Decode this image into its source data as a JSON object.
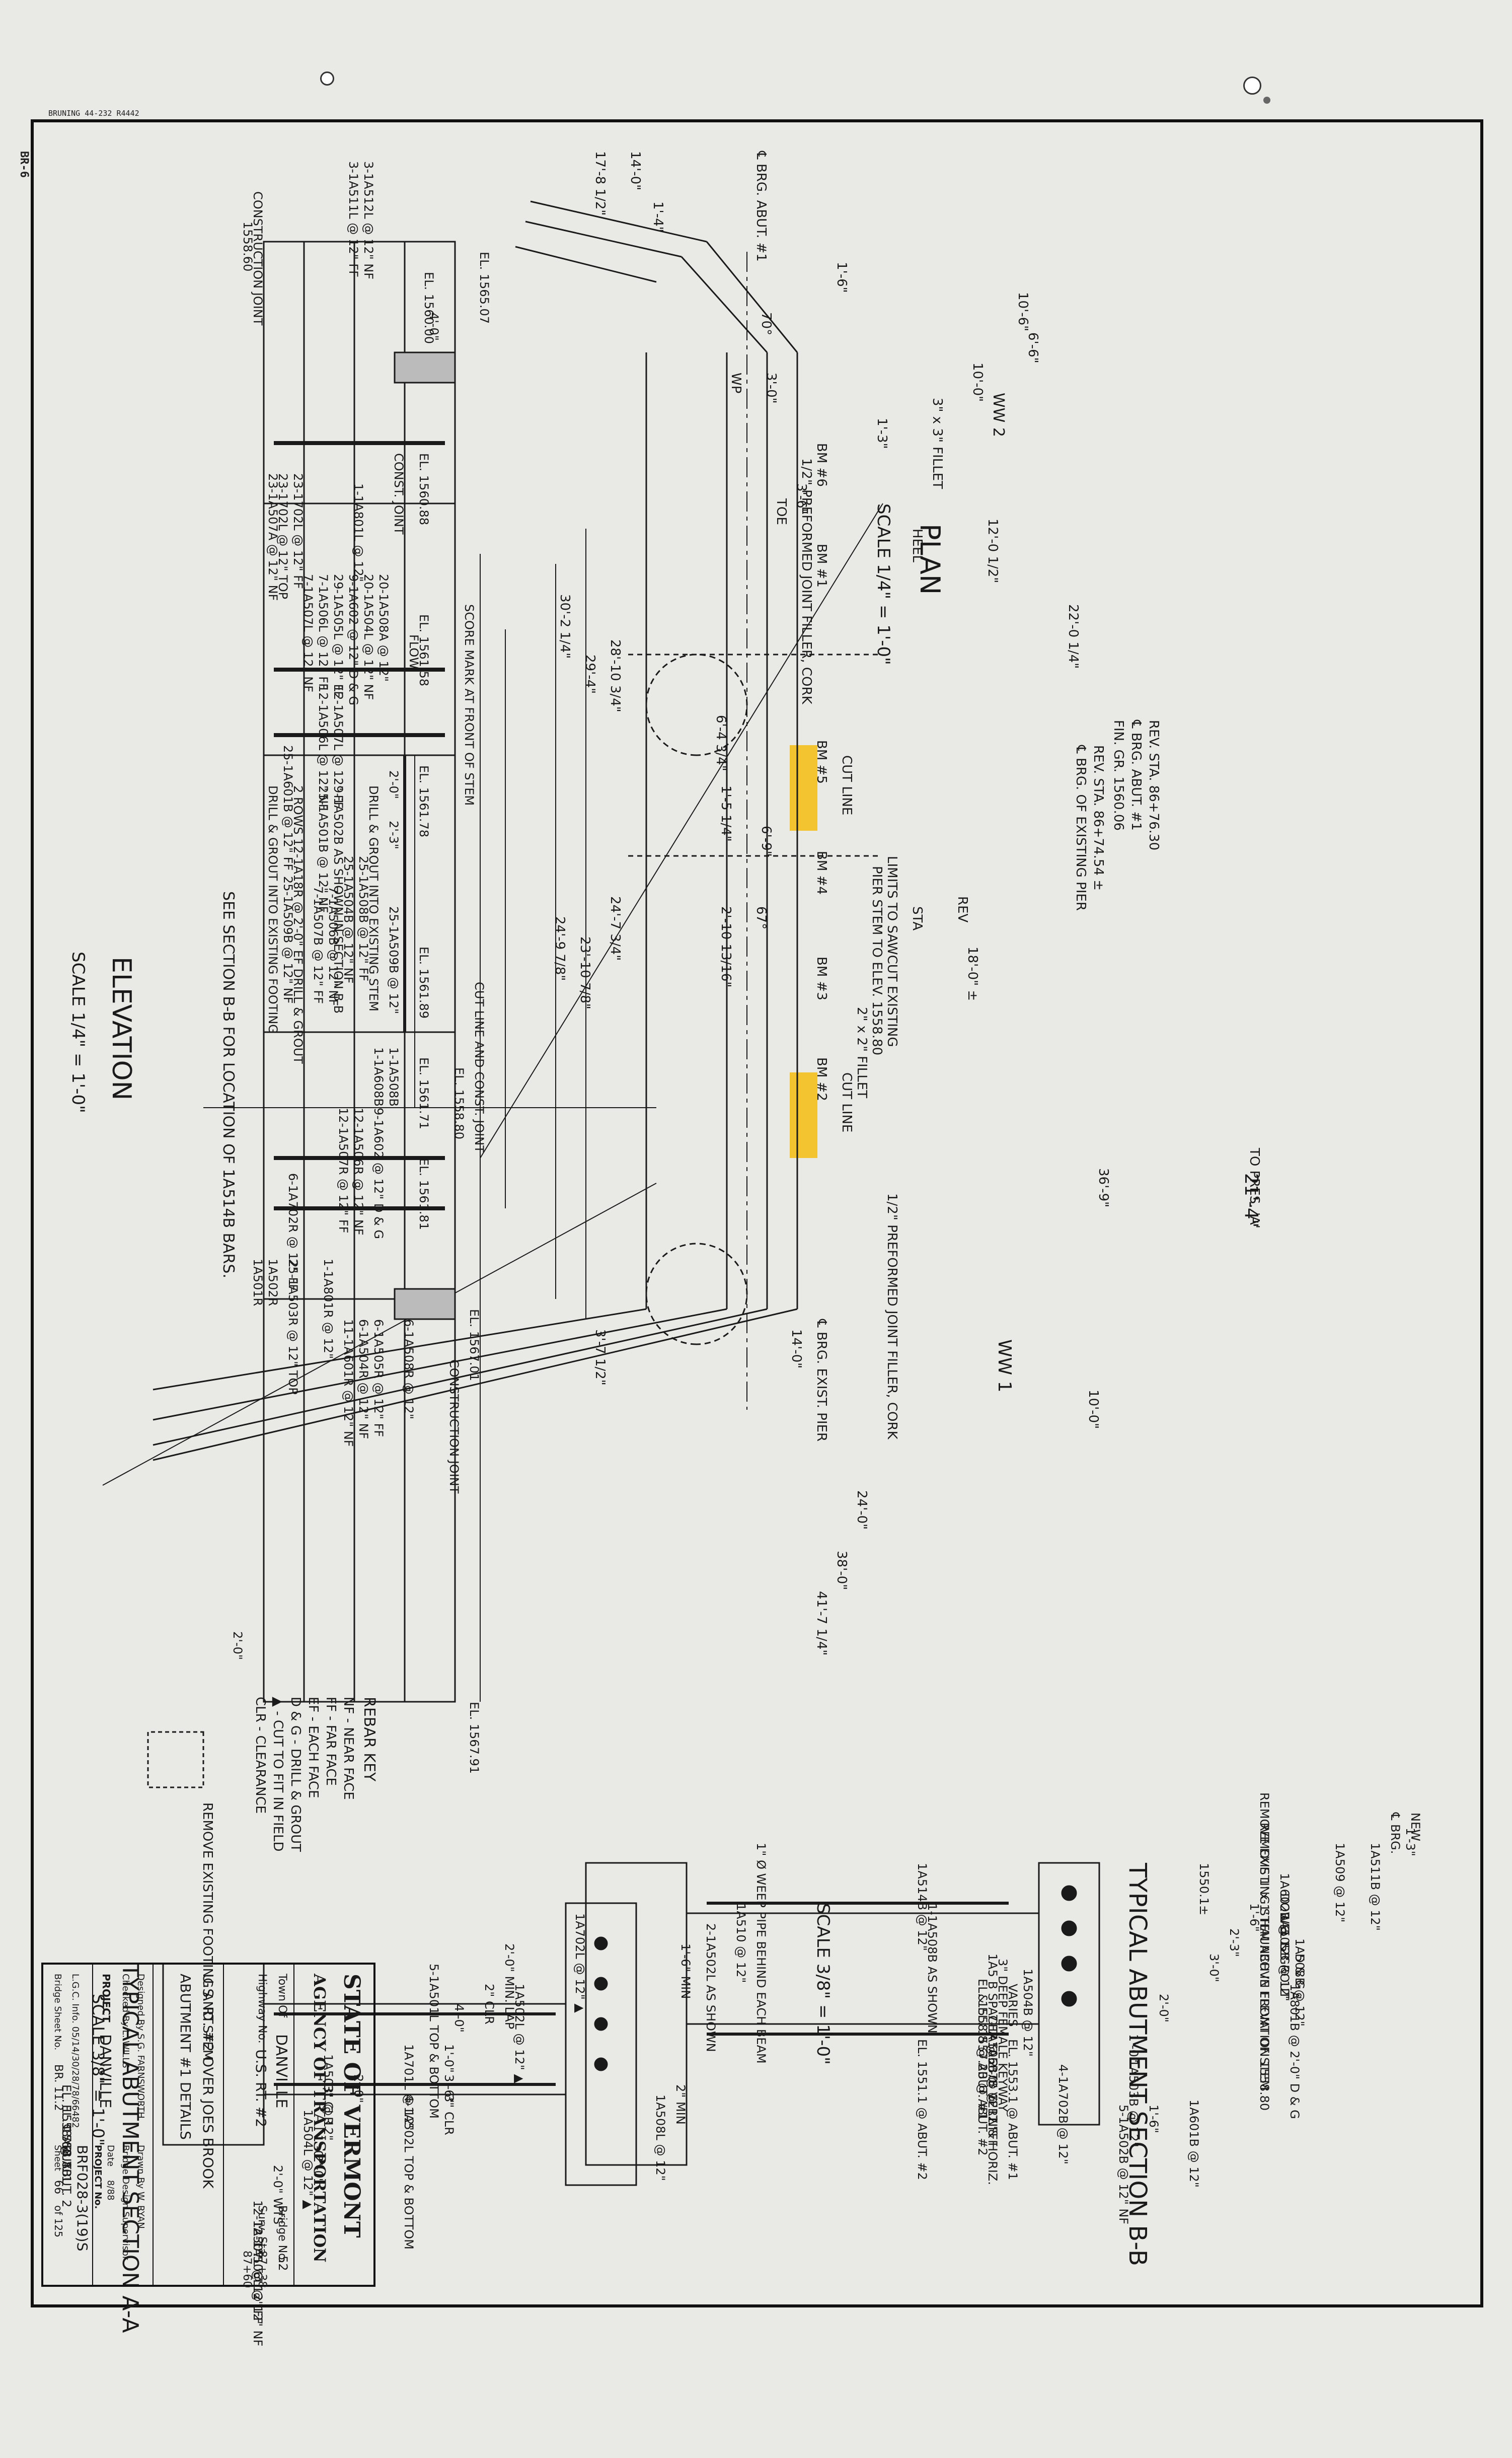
{
  "sheet_header": {
    "bruning": "BRUNING 44-232 R4442",
    "sheet_code": "BR-6"
  },
  "views": {
    "plan": {
      "title": "PLAN",
      "scale": "SCALE 1/4\" = 1'-0\""
    },
    "elevation": {
      "title": "ELEVATION",
      "scale": "SCALE 1/4\" = 1'-0\""
    },
    "section_aa": {
      "title": "TYPICAL ABUTMENT SECTION A-A",
      "scale": "SCALE 3/8\" = 1'-0\""
    },
    "section_bb": {
      "title": "TYPICAL ABUTMENT SECTION B-B",
      "scale": "SCALE 3/8\" = 1'-0\""
    }
  },
  "plan_notes": {
    "rev_sta_1": "REV. STA. 86+76.30",
    "brg_abut": "℄ BRG. ABUT. #1",
    "fin_gr": "FIN. GR. 1560.06",
    "rev_sta_2": "REV. STA. 86+74.54 ±",
    "brg_pier": "℄ BRG. OF EXISTING PIER",
    "limits_1": "LIMITS TO SAWCUT EXISTING",
    "limits_2": "PIER STEM TO ELEV. 1558.80",
    "fillet_3x3": "3\" x 3\" FILLET",
    "fillet_2x2": "2\" x 2\" FILLET",
    "cut_line": "CUT LINE",
    "preformed_1": "1/2\" PREFORMED JOINT FILLER, CORK",
    "preformed_2": "1/2\" PREFORMED JOINT FILLER, CORK",
    "toe": "TOE",
    "heel": "HEEL",
    "wp": "WP",
    "ww1": "WW 1",
    "ww2": "WW 2",
    "to_pres": "TO PRES. 'A'",
    "brg_exist_pier": "℄ BRG. EXIST. PIER",
    "brg_abut_top": "℄ BRG. ABUT. #1",
    "sta": "STA",
    "rev": "REV",
    "beams": [
      "BM #5",
      "BM #4",
      "BM #3",
      "BM #2",
      "BM #1",
      "BM #6"
    ],
    "dims": [
      "14'-0\"",
      "17'-8 1/2\"",
      "1'-4\"",
      "1'-6\"",
      "10'-6\"",
      "6'-6\"",
      "3'-0\"",
      "10'-0\"",
      "1'-3\"",
      "12'-0 1/2\"",
      "3'-6\"",
      "22'-0 1/4\"",
      "30'-2 1/4\"",
      "28'-10 3/4\"",
      "29'-4\"",
      "6'-4 3/4\"",
      "1'-5 1/4\"",
      "2'-10 13/16\"",
      "24'-7 3/4\"",
      "23'-10 7/8\"",
      "24'-9 7/8\"",
      "18'-0\" ±",
      "21'-4\"",
      "36'-9\"",
      "14'-0\"",
      "10'-0\"",
      "24'-0\"",
      "38'-0\"",
      "41'-7 1/4\"",
      "3'-7 1/2\"",
      "6'-9\"",
      "67°",
      "70°"
    ]
  },
  "elevation_notes": {
    "el_1565": "EL. 1565.07",
    "el_1567": "EL. 1567.01",
    "el_1567b": "EL. 1567.91",
    "el_1560": "EL. 1560.00",
    "el_1558": "EL. 1558.80",
    "el_1558_red": "1558.60",
    "el_1560_88": "EL. 1560.88",
    "el_1561_58": "EL. 1561.58",
    "el_1561_78": "EL. 1561.78",
    "el_1561_89": "EL. 1561.89",
    "el_1561_71": "EL. 1561.71",
    "el_1561_81": "EL. 1561.81",
    "construction_joint": "CONSTRUCTION JOINT",
    "construction_joint_2": "CONSTRUCTION JOINT",
    "const_joint": "CONST. JOINT",
    "cut_line_const": "CUT LINE AND CONST. JOINT",
    "score_mark": "SCORE MARK AT FRONT OF STEM",
    "flow": "FLOW",
    "drill_grout": "DRILL & GROUT INTO EXISTING STEM",
    "drill_grout_footing": "DRILL & GROUT INTO EXISTING FOOTING",
    "see_section": "SEE SECTION B-B FOR LOCATION OF 1A514B BARS.",
    "two_rows": "2 ROWS 12-1A18R @ 2'-0\" EF DRILL & GROUT",
    "bars": [
      "3-1A512L @ 12\" NF",
      "3-1A511L @ 12\" FF",
      "23-1702L @ 12\" FF",
      "23-1702L @ 12\" TOP",
      "23-1A507A @ 12\" NF",
      "1-1A801L @ 12\"",
      "20-1A508A @ 12\"",
      "20-1A504L @ 12\" NF",
      "9-1A602 @ 12\" D & G",
      "29-1A505L @ 12\" FF",
      "7-1A506L @ 12\" FF",
      "7-1A507L @ 12\" NF",
      "12-1A507L @ 12\" FF",
      "12-1A506L @ 12\" NF",
      "25-1A601B @ 12\" FF",
      "25-1A509B @ 12\" NF",
      "9-1A502B AS SHOWN IN SECTION B-B",
      "25-1A501B @ 12\" NF",
      "25-1A508B @ 12\" FF",
      "25-1A504B @ 12\" NF",
      "7-1A506B @ 12\" NF",
      "7-1A507B @ 12\" FF",
      "25-1A509B @ 12\"",
      "1-1A508B",
      "1-1A608B",
      "9-1A602 @ 12\" D & G",
      "12-1A506R @ 12\" NF",
      "12-1A507R @ 12\" FF",
      "6-1A702R @ 12\" FF",
      "6-1A505R @ 12\" FF",
      "6-1A504R @ 12\" NF",
      "6-1A508R @ 12\"",
      "1-1A801R @ 12\"",
      "1A502R",
      "1A501R",
      "25-1A503R @ 12\" TOP",
      "11-1A601R @ 12\" NF"
    ],
    "dims": [
      "4'-0\"",
      "2'-0\"",
      "2'-3\"",
      "2'-0\""
    ]
  },
  "rebar_key": {
    "title": "REBAR KEY",
    "items": [
      "NF - NEAR FACE",
      "FF - FAR FACE",
      "EF - EACH FACE",
      "D & G - DRILL & GROUT",
      "▲ - CUT TO FIT IN FIELD",
      "CLR - CLEARANCE"
    ],
    "remove_existing": "REMOVE EXISTING FOOTING AND STEM"
  },
  "section_aa_notes": [
    "1\" Ø WEEP PIPE BEHIND EACH BEAM",
    "1A510 @ 12\"",
    "2-1A502L AS SHOWN",
    "2\" MIN",
    "1'-6\" MIN",
    "1A508L @ 12\"",
    "1A502L @ 12\" ▲",
    "2'-0\" MIN. LAP",
    "1A702L @ 12\" ▲",
    "2\" CLR",
    "4'-0\"",
    "1'-0\"",
    "3'-6\"",
    "3\" CLR",
    "5-1A501L TOP & BOTTOM",
    "1A701L @ 12\"",
    "2'-0\"",
    "4-1A502L TOP & BOTTOM",
    "1A503L @ 12\"",
    "3\" CLR",
    "1A504L @ 12\" ▲",
    "1'-0\"",
    "2'-0\"",
    "2'-0\" WTS",
    "12-1A507L @ 12\" FF",
    "12-1A506L @ 12\" NF",
    "EL. 1558.60",
    "EL. 1558.80",
    "℄ ABUT. 1",
    "@ ABUT. 2"
  ],
  "section_bb_notes": [
    "1A511B @ 12\"",
    "1A509 @ 12\"",
    "REMOVE EXISTING STEM ABOVE ELEVATION 1558.80",
    "1A602B @ 12\"",
    "DOWEL & GROUT",
    "1A505B @ 12\"",
    "REMOVE 1' x 1' HAUNCH IN FRONT OF STEM",
    "1550.1±",
    "1A508B @ 12\"",
    "D & G",
    "1A801B @ 2'-0\" D & G",
    "1A514B @ 12\"",
    "1-1A508B AS SHOWN",
    "EL. 1558.8 @ ABUT. #1",
    "& EL. 1557.20 @ ABUT. #2",
    "3\" DEEP FEMALE KEYWAY",
    "1A504B @ 12\"",
    "VARIES",
    "1A5 B SPACER @ 2'-0\" VERT. & HORIZ.",
    "7-1A506B @ 12\" NF",
    "7-1A507B @ 12\" FF",
    "5-1A502B @ 12\" NF",
    "1A503B @ 12\"",
    "4-1A702B @ 12\"",
    "EL. 1553.1 @ ABUT. #1",
    "EL. 1551.1 @ ABUT. #2",
    "1A601B @ 12\"",
    "NEW",
    "℄ BRG.",
    "1'-3\"",
    "1'-6\"",
    "2'-3\"",
    "3'-0\"",
    "2'-0\"",
    "1'-0\"",
    "1'-6\""
  ],
  "title_block": {
    "agency_1": "STATE OF VERMONT",
    "agency_2": "AGENCY OF TRANSPORTATION",
    "town_label": "Town Of",
    "town": "DANVILLE",
    "highway_label": "Highway No.",
    "highway": "U.S. RT. #2",
    "bridge_label": "Bridge No.",
    "bridge_no": "52",
    "survey_label": "Surv. Sta.",
    "survey_sta": "87+38",
    "survey_sta_2": "87+60",
    "description_1": "U.S. RT. #2 OVER JOES BROOK",
    "description_2": "ABUTMENT #1 DETAILS",
    "designed_by": "Designed By S.G. FARNSWORTH",
    "checked_by": "Checked By L. WILLS",
    "drawn_by": "Drawn By W. RYAN",
    "bridge_design_supervisor": "Bridge Design Supervisor",
    "project_label": "PROJECT",
    "project_name": "DANVILLE",
    "project_no_label": "PROJECT No.",
    "project_no": "BRF028-3(19)S",
    "date_label": "Date",
    "date": "8/88",
    "lgc_info": "L.G.C. Info. 05/14/30/28/78/66482",
    "bridge_sheet_label": "Bridge Sheet No.",
    "bridge_sheet": "BR. 11.2",
    "sheet_label": "Sheet",
    "sheet_no": "66",
    "sheet_total": "of 125"
  },
  "colors": {
    "paper": "#e9e9e6",
    "ink": "#1a1a1a",
    "highlight": "#f4c430",
    "red_ink": "#d93a2b"
  }
}
